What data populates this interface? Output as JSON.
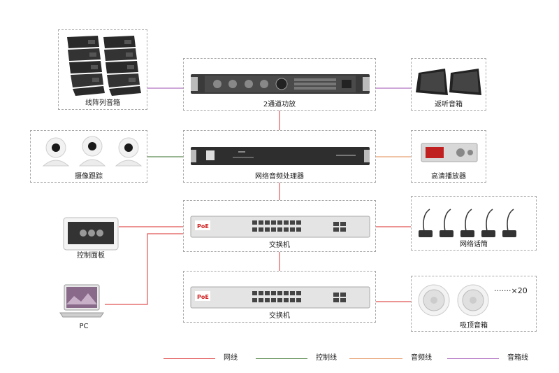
{
  "devices": {
    "line_array": {
      "label": "线阵列音箱"
    },
    "amplifier": {
      "label": "2通道功放"
    },
    "monitor": {
      "label": "返听音箱"
    },
    "camera": {
      "label": "摄像跟踪"
    },
    "processor": {
      "label": "网络音频处理器"
    },
    "player": {
      "label": "高清播放器"
    },
    "panel": {
      "label": "控制面板"
    },
    "switch1": {
      "label": "交换机",
      "poe": "PoE"
    },
    "mics": {
      "label": "网络话筒"
    },
    "switch2": {
      "label": "交换机",
      "poe": "PoE"
    },
    "pc": {
      "label": "PC"
    },
    "ceiling": {
      "label": "吸顶音箱",
      "count": "·······×20"
    }
  },
  "legend": [
    {
      "label": "网线",
      "color": "#e05555"
    },
    {
      "label": "控制线",
      "color": "#5b8a4f"
    },
    {
      "label": "音频线",
      "color": "#e8a070"
    },
    {
      "label": "音箱线",
      "color": "#b070c0"
    }
  ],
  "colors": {
    "network": "#e05555",
    "control": "#5b8a4f",
    "audio": "#e8a070",
    "speaker": "#b070c0"
  }
}
